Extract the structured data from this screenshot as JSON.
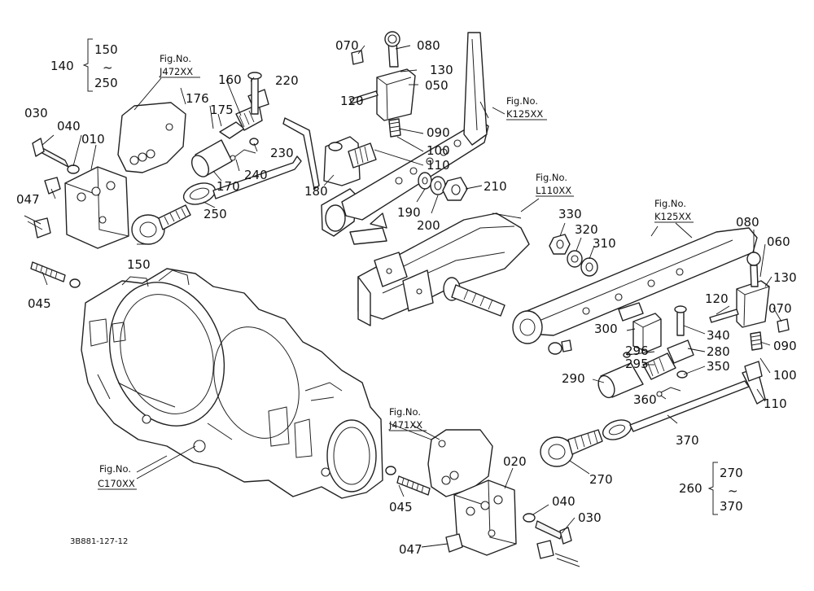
{
  "drawing_id": "3B881-127-12",
  "group_top": {
    "label": "140",
    "range_from": "150",
    "tilde": "~",
    "range_to": "250"
  },
  "group_bottom": {
    "label": "260",
    "range_from": "270",
    "tilde": "~",
    "range_to": "370"
  },
  "fig_refs": [
    {
      "id": "j472",
      "prefix": "Fig.No.",
      "code": "J472XX"
    },
    {
      "id": "k125a",
      "prefix": "Fig.No.",
      "code": "K125XX"
    },
    {
      "id": "l110",
      "prefix": "Fig.No.",
      "code": "L110XX"
    },
    {
      "id": "k125b",
      "prefix": "Fig.No.",
      "code": "K125XX"
    },
    {
      "id": "j471",
      "prefix": "Fig.No.",
      "code": "J471XX"
    },
    {
      "id": "c170",
      "prefix": "Fig.No.",
      "code": "C170XX"
    }
  ],
  "parts": [
    {
      "id": "p070a",
      "num": "070"
    },
    {
      "id": "p080a",
      "num": "080"
    },
    {
      "id": "p130a",
      "num": "130"
    },
    {
      "id": "p050",
      "num": "050"
    },
    {
      "id": "p120a",
      "num": "120"
    },
    {
      "id": "p090a",
      "num": "090"
    },
    {
      "id": "p100a",
      "num": "100"
    },
    {
      "id": "p110a",
      "num": "110"
    },
    {
      "id": "p160",
      "num": "160"
    },
    {
      "id": "p220",
      "num": "220"
    },
    {
      "id": "p176",
      "num": "176"
    },
    {
      "id": "p175",
      "num": "175"
    },
    {
      "id": "p230",
      "num": "230"
    },
    {
      "id": "p240",
      "num": "240"
    },
    {
      "id": "p170",
      "num": "170"
    },
    {
      "id": "p180",
      "num": "180"
    },
    {
      "id": "p250",
      "num": "250"
    },
    {
      "id": "p190",
      "num": "190"
    },
    {
      "id": "p200",
      "num": "200"
    },
    {
      "id": "p210",
      "num": "210"
    },
    {
      "id": "p030a",
      "num": "030"
    },
    {
      "id": "p040a",
      "num": "040"
    },
    {
      "id": "p010",
      "num": "010"
    },
    {
      "id": "p047a",
      "num": "047"
    },
    {
      "id": "p150",
      "num": "150"
    },
    {
      "id": "p045a",
      "num": "045"
    },
    {
      "id": "p330",
      "num": "330"
    },
    {
      "id": "p320",
      "num": "320"
    },
    {
      "id": "p310",
      "num": "310"
    },
    {
      "id": "p080b",
      "num": "080"
    },
    {
      "id": "p060",
      "num": "060"
    },
    {
      "id": "p130b",
      "num": "130"
    },
    {
      "id": "p070b",
      "num": "070"
    },
    {
      "id": "p120b",
      "num": "120"
    },
    {
      "id": "p300",
      "num": "300"
    },
    {
      "id": "p340",
      "num": "340"
    },
    {
      "id": "p090b",
      "num": "090"
    },
    {
      "id": "p296",
      "num": "296"
    },
    {
      "id": "p295",
      "num": "295"
    },
    {
      "id": "p280",
      "num": "280"
    },
    {
      "id": "p100b",
      "num": "100"
    },
    {
      "id": "p350",
      "num": "350"
    },
    {
      "id": "p290",
      "num": "290"
    },
    {
      "id": "p360",
      "num": "360"
    },
    {
      "id": "p110b",
      "num": "110"
    },
    {
      "id": "p370",
      "num": "370"
    },
    {
      "id": "p020",
      "num": "020"
    },
    {
      "id": "p270",
      "num": "270"
    },
    {
      "id": "p045b",
      "num": "045"
    },
    {
      "id": "p040b",
      "num": "040"
    },
    {
      "id": "p030b",
      "num": "030"
    },
    {
      "id": "p047b",
      "num": "047"
    }
  ]
}
